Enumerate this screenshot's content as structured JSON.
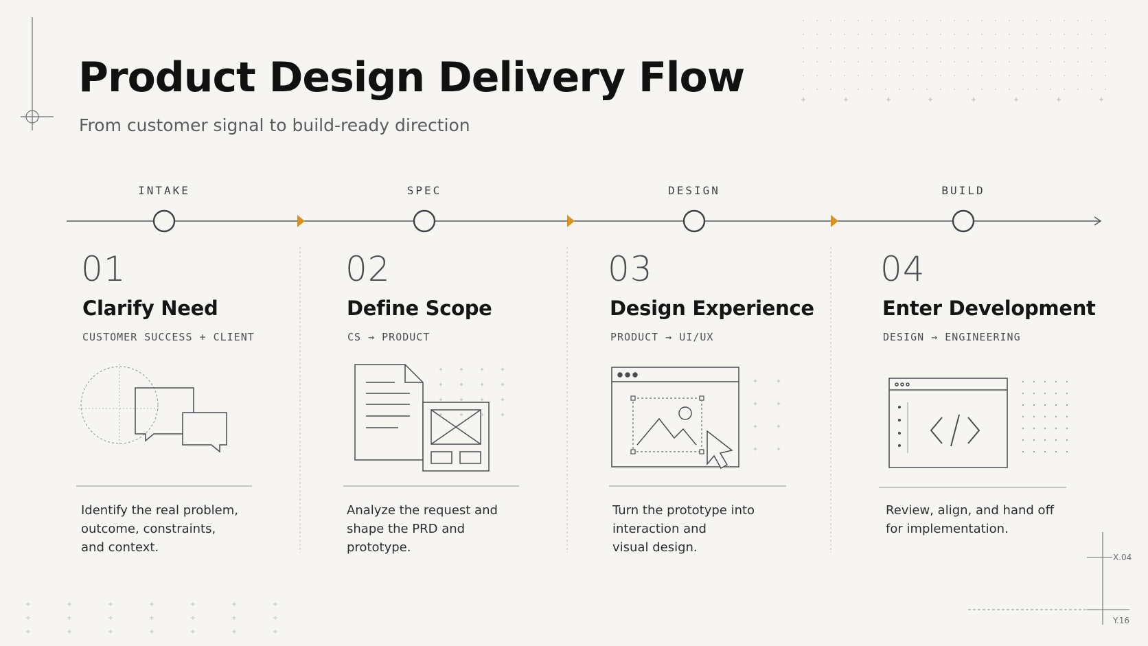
{
  "header": {
    "title": "Product Design Delivery Flow",
    "subtitle": "From customer signal to build-ready direction"
  },
  "phases": [
    {
      "label": "INTAKE"
    },
    {
      "label": "SPEC"
    },
    {
      "label": "DESIGN"
    },
    {
      "label": "BUILD"
    }
  ],
  "stages": [
    {
      "number": "01",
      "title": "Clarify Need",
      "roles": "CUSTOMER SUCCESS + CLIENT",
      "illustration": "chat-bubbles-icon",
      "description": [
        "Identify the real problem,",
        "outcome, constraints,",
        "and context."
      ]
    },
    {
      "number": "02",
      "title": "Define Scope",
      "roles": "CS  →  PRODUCT",
      "illustration": "document-wireframe-icon",
      "description": [
        "Analyze the request and",
        "shape the PRD and",
        "prototype."
      ]
    },
    {
      "number": "03",
      "title": "Design Experience",
      "roles": "PRODUCT  →  UI/UX",
      "illustration": "browser-image-cursor-icon",
      "description": [
        "Turn the prototype into",
        "interaction and",
        "visual design."
      ]
    },
    {
      "number": "04",
      "title": "Enter Development",
      "roles": "DESIGN  →  ENGINEERING",
      "illustration": "code-window-icon",
      "description": [
        "Review, align, and hand off",
        "for implementation."
      ]
    }
  ],
  "markers": {
    "x_label": "X.04",
    "y_label": "Y.16"
  },
  "colors": {
    "background": "#f6f5f2",
    "accent": "#d9911f",
    "line": "#55585d",
    "text": "#151515"
  }
}
